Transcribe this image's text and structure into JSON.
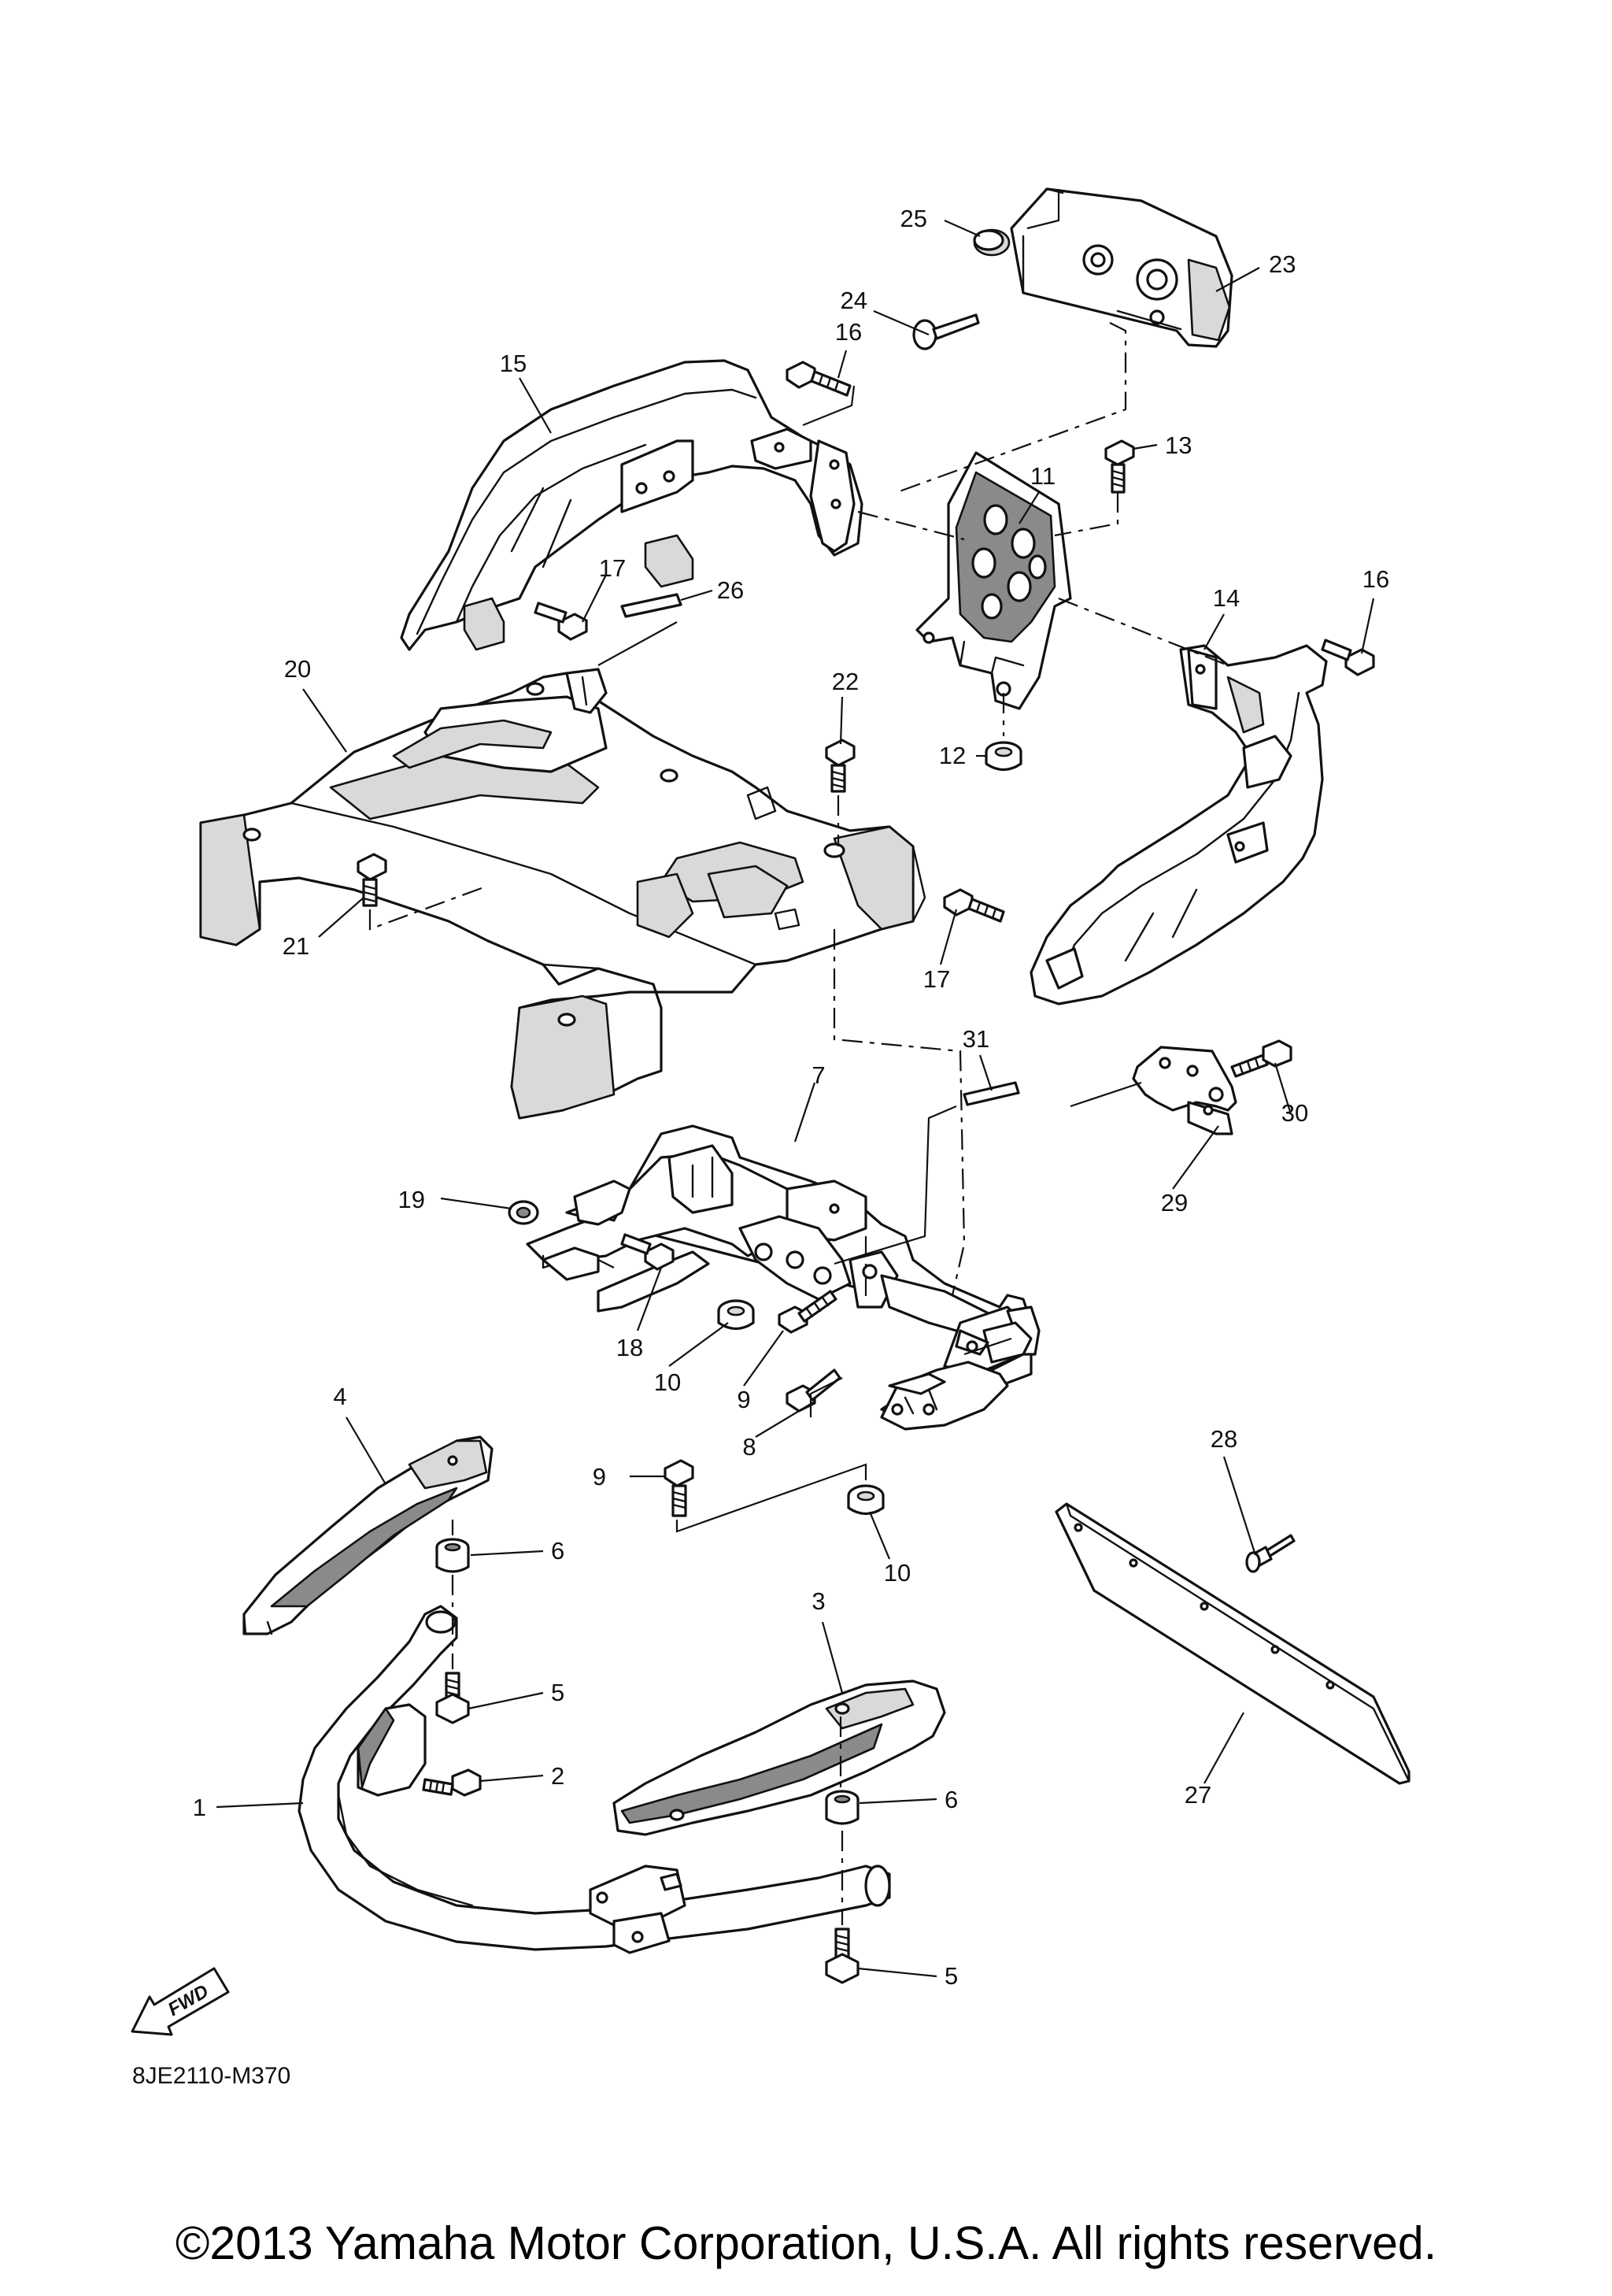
{
  "diagram_code": "8JE2110-M370",
  "fwd_label": "FWD",
  "copyright": "©2013 Yamaha Motor Corporation, U.S.A. All rights reserved.",
  "callouts": [
    "1",
    "2",
    "3",
    "4",
    "5",
    "5",
    "6",
    "6",
    "7",
    "8",
    "9",
    "9",
    "10",
    "10",
    "11",
    "12",
    "13",
    "14",
    "15",
    "16",
    "16",
    "17",
    "17",
    "18",
    "19",
    "20",
    "21",
    "22",
    "23",
    "24",
    "25",
    "26",
    "27",
    "28",
    "29",
    "30",
    "31"
  ]
}
